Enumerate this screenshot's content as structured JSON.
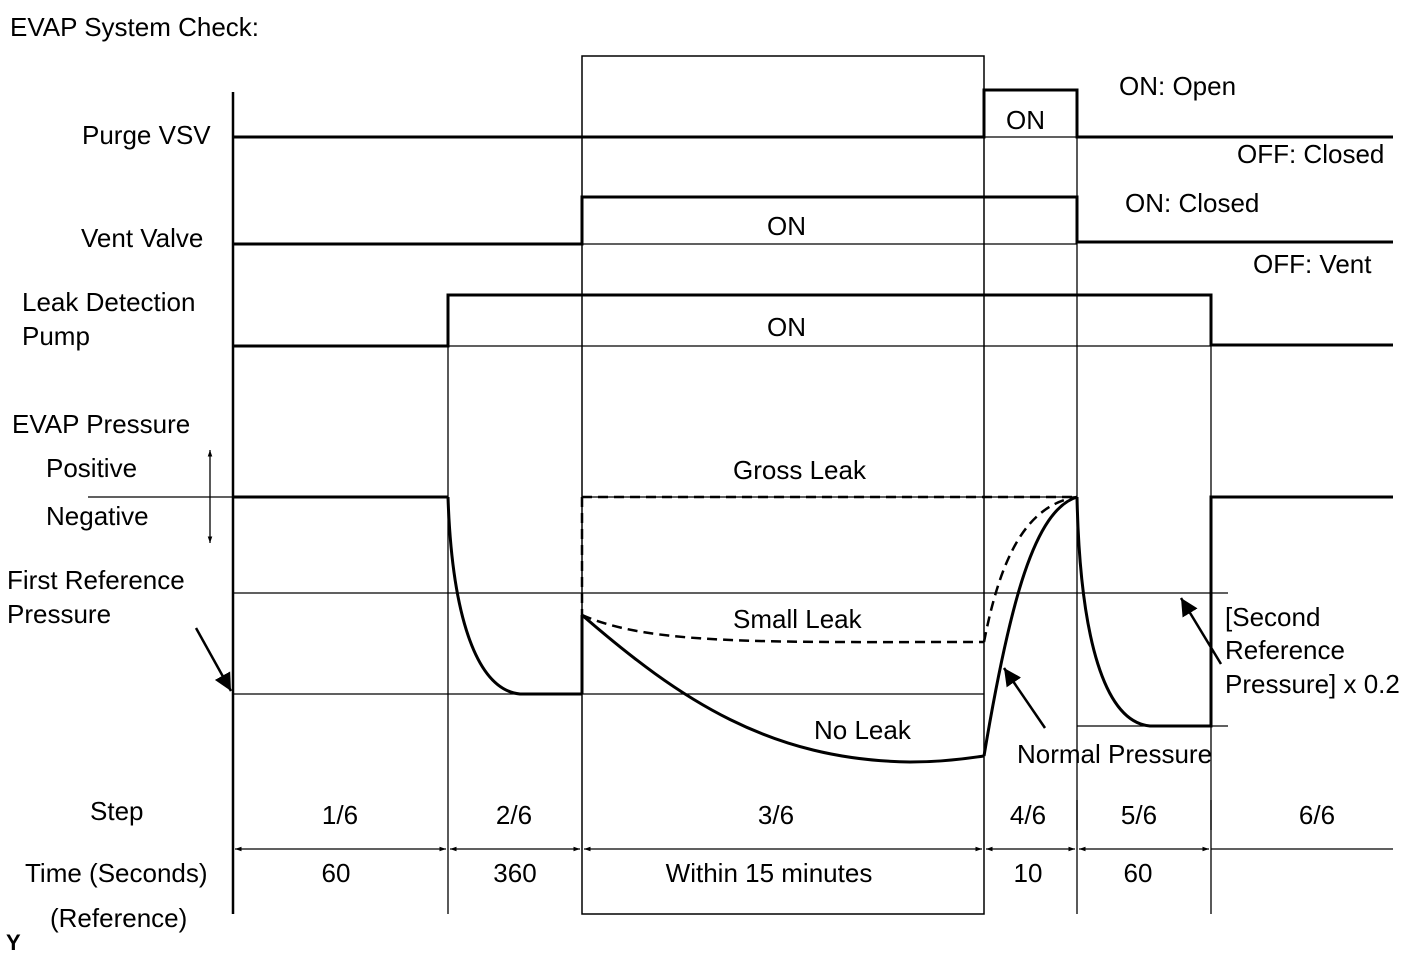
{
  "title": "EVAP System Check:",
  "signals": {
    "purge_vsv": {
      "label": "Purge VSV",
      "on_text": "ON",
      "on_state": "ON: Open",
      "off_state": "OFF: Closed"
    },
    "vent_valve": {
      "label": "Vent Valve",
      "on_text": "ON",
      "on_state": "ON: Closed",
      "off_state": "OFF: Vent"
    },
    "leak_pump": {
      "label_line1": "Leak Detection",
      "label_line2": "Pump",
      "on_text": "ON"
    }
  },
  "pressure": {
    "label": "EVAP Pressure",
    "positive": "Positive",
    "negative": "Negative",
    "first_ref_line1": "First Reference",
    "first_ref_line2": "Pressure",
    "gross_leak": "Gross Leak",
    "small_leak": "Small Leak",
    "no_leak": "No Leak",
    "normal_pressure": "Normal Pressure",
    "second_ref_line1": "[Second",
    "second_ref_line2": "Reference",
    "second_ref_line3": "Pressure] x 0.2"
  },
  "steps": {
    "label": "Step",
    "items": [
      "1/6",
      "2/6",
      "3/6",
      "4/6",
      "5/6",
      "6/6"
    ]
  },
  "time": {
    "label": "Time (Seconds)",
    "reference": "(Reference)",
    "items": [
      "60",
      "360",
      "Within 15 minutes",
      "10",
      "60"
    ]
  },
  "corner_mark": "Y"
}
